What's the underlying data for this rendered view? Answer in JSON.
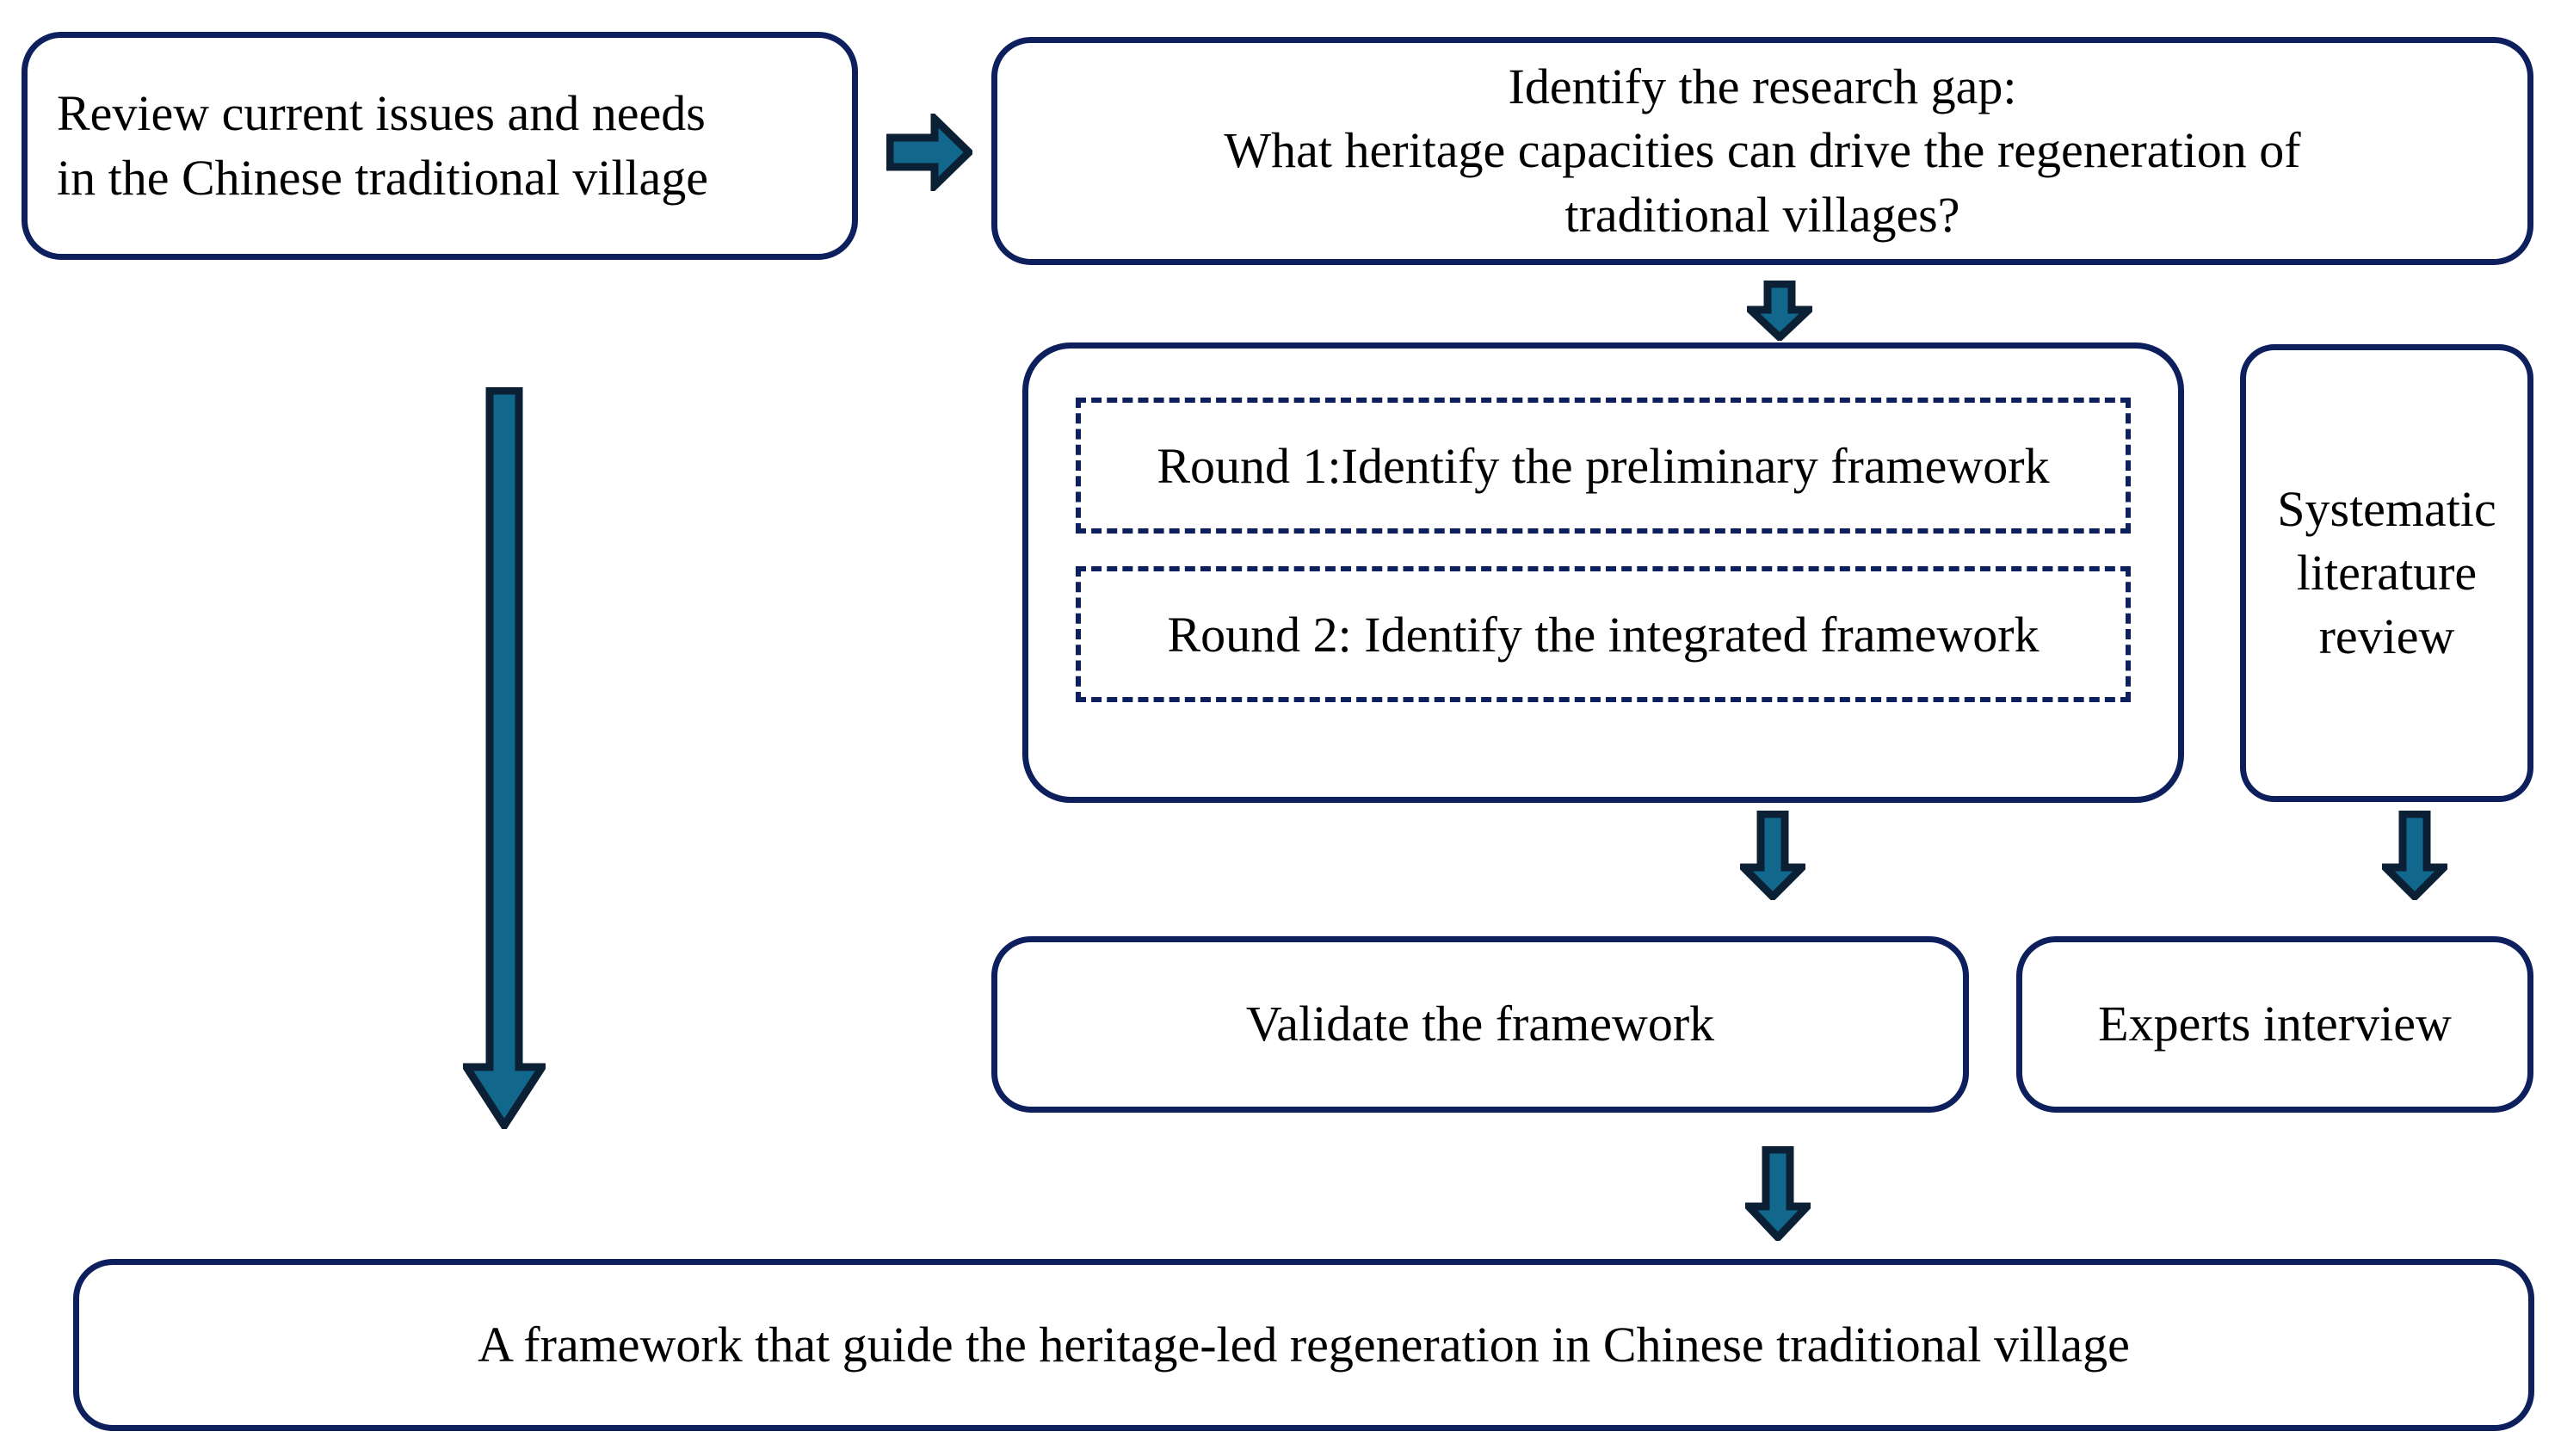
{
  "diagram": {
    "title": "Research methodology flowchart",
    "colors": {
      "box_border": "#0d1f5c",
      "box_fill": "#ffffff",
      "arrow_fill": "#11688c",
      "arrow_outline": "#0b2034",
      "text": "#000000"
    },
    "nodes": {
      "review": {
        "label": "Review current issues and needs\nin the Chinese traditional village",
        "shape": "rounded-rectangle"
      },
      "research_gap": {
        "label": "Identify the research gap:\nWhat heritage capacities can drive the regeneration of\ntraditional villages?",
        "shape": "rounded-rectangle"
      },
      "delphi": {
        "label": "",
        "shape": "rounded-rectangle",
        "rounds": [
          {
            "label": "Round 1:Identify the preliminary framework",
            "shape": "dashed-rectangle"
          },
          {
            "label": "Round 2: Identify the integrated framework",
            "shape": "dashed-rectangle"
          }
        ]
      },
      "systematic_literature_review": {
        "label": "Systematic\nliterature\nreview",
        "shape": "rounded-rectangle"
      },
      "validate": {
        "label": "Validate the framework",
        "shape": "rounded-rectangle"
      },
      "experts_interview": {
        "label": "Experts interview",
        "shape": "rounded-rectangle"
      },
      "outcome": {
        "label": "A framework that guide the heritage-led regeneration in Chinese traditional village",
        "shape": "rounded-rectangle"
      }
    },
    "arrows": [
      {
        "name": "review-to-gap",
        "direction": "right"
      },
      {
        "name": "gap-to-delphi",
        "direction": "down"
      },
      {
        "name": "delphi-to-validate",
        "direction": "down"
      },
      {
        "name": "slr-to-experts",
        "direction": "down"
      },
      {
        "name": "validate-to-outcome",
        "direction": "down"
      },
      {
        "name": "review-to-outcome",
        "direction": "down"
      }
    ]
  }
}
